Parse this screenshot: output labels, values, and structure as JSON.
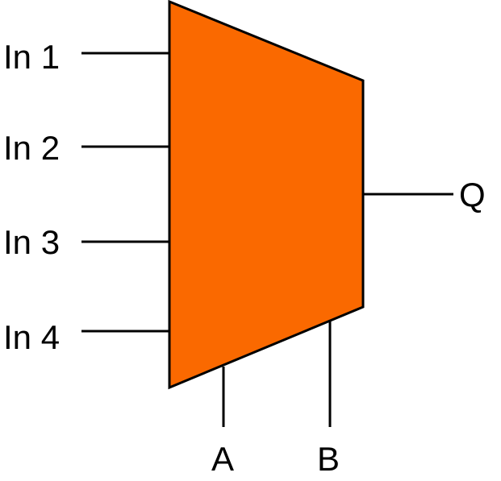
{
  "diagram": {
    "inputs": [
      "In 1",
      "In 2",
      "In 3",
      "In 4"
    ],
    "output": "Q",
    "selects": [
      "A",
      "B"
    ],
    "colors": {
      "body_fill": "#FA6900",
      "stroke": "#000000",
      "text": "#000000",
      "background": "#FFFFFF"
    }
  }
}
